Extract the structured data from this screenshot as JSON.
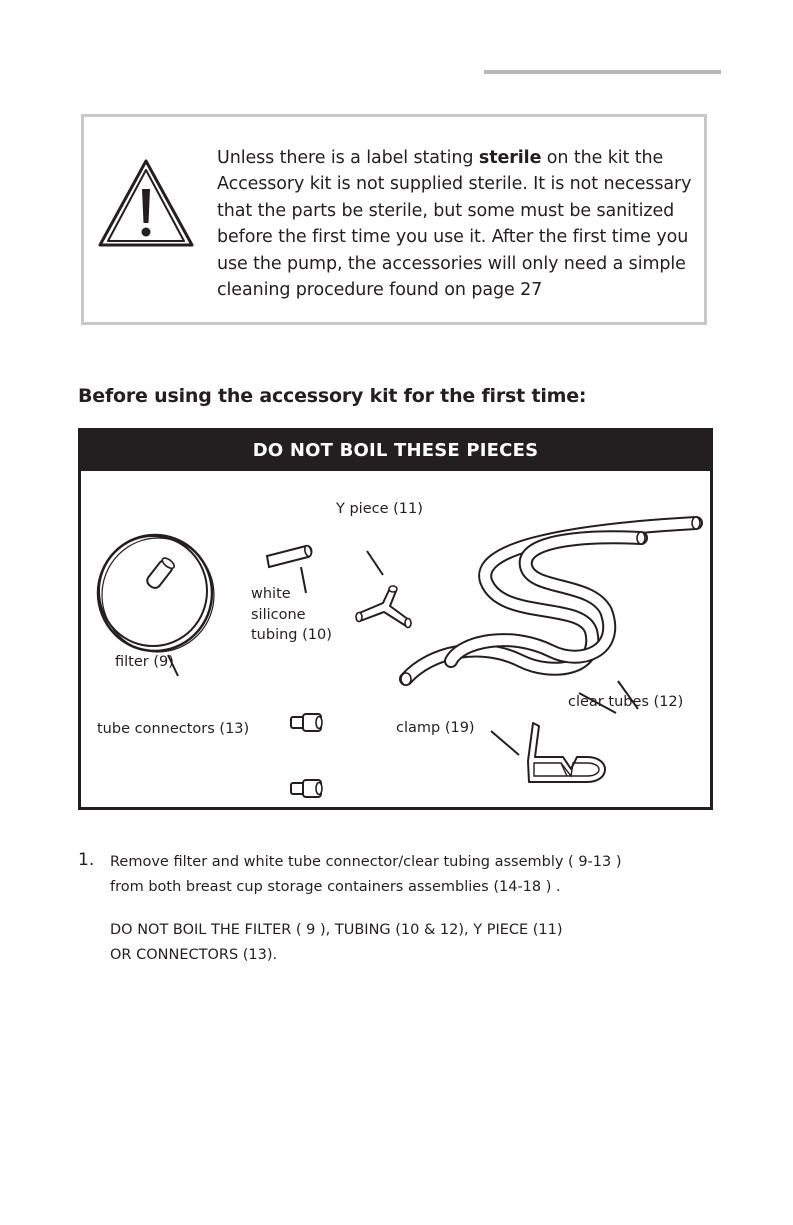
{
  "warning": {
    "text_before": "Unless there is a label stating ",
    "emphasis": "sterile",
    "text_after": " on the kit the Accessory kit is not supplied sterile. It is not necessary that the parts be sterile, but some must be sanitized before the first time you use it. After the first  time  you use the pump, the accessories will only need a simple cleaning procedure found on page 27"
  },
  "section_heading": "Before using the accessory kit for the first time:",
  "panel": {
    "header": "DO NOT BOIL THESE PIECES",
    "labels": {
      "y_piece": "Y piece (11)",
      "white_tubing_1": "white",
      "white_tubing_2": "silicone",
      "white_tubing_3": "tubing (10)",
      "filter": "filter (9)",
      "clear_tubes": "clear tubes (12)",
      "tube_connectors": "tube connectors (13)",
      "clamp": "clamp (19)"
    }
  },
  "steps": [
    {
      "number": "1.",
      "line1": "Remove filter and white tube connector/clear tubing assembly ( 9-13 )",
      "line2": "from both breast cup storage containers assemblies (14-18 ) .",
      "line3": "DO NOT BOIL THE FILTER ( 9 ), TUBING (10 & 12), Y PIECE (11)",
      "line4": "OR CONNECTORS (13)."
    }
  ]
}
